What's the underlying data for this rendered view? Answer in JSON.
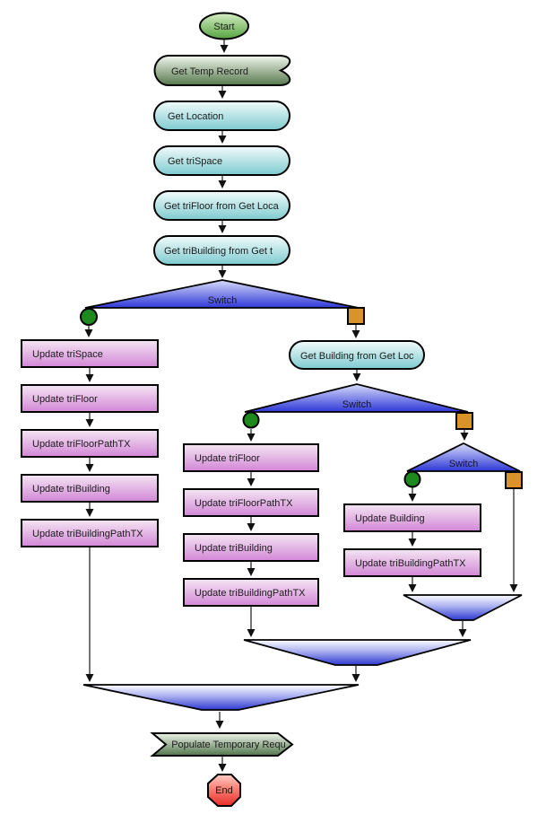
{
  "diagram": {
    "type": "flowchart",
    "nodes": {
      "start": "Start",
      "getTempRecord": "Get Temp Record",
      "getLocation": "Get Location",
      "getTriSpace": "Get triSpace",
      "getTriFloor": "Get triFloor from Get Loca",
      "getTriBuilding": "Get triBuilding from Get t",
      "switch1": "Switch",
      "updateTriSpaceLeft": "Update triSpace",
      "updateTriFloorLeft": "Update triFloor",
      "updateTriFloorPathTXLeft": "Update triFloorPathTX",
      "updateTriBuildingLeft": "Update triBuilding",
      "updateTriBuildingPathTXLeft": "Update triBuildingPathTX",
      "getBuilding": "Get Building from Get Loc",
      "switch2": "Switch",
      "updateTriFloorMid": "Update triFloor",
      "updateTriFloorPathTXMid": "Update triFloorPathTX",
      "updateTriBuildingMid": "Update triBuilding",
      "updateTriBuildingPathTXMid": "Update triBuildingPathTX",
      "switch3": "Switch",
      "updateBuilding": "Update Building",
      "updateTriBuildingPathTXRight": "Update triBuildingPathTX",
      "populate": "Populate Temporary Requ",
      "end": "End"
    },
    "ports": {
      "case_port": "green-circle",
      "default_port": "orange-square"
    },
    "colors": {
      "start_fill_top": "#d6edc4",
      "start_fill_bottom": "#55a33f",
      "tape_fill_top": "#f2f7ee",
      "tape_fill_bottom": "#55784c",
      "pill_fill_top": "#f2fbfb",
      "pill_fill_bottom": "#7ecbd0",
      "switch_fill_top": "#d8dcfa",
      "switch_fill_bottom": "#2e37d6",
      "process_fill_top": "#f4e6f4",
      "process_fill_bottom": "#d286d6",
      "merge_fill_top": "#fdfdff",
      "merge_fill_bottom": "#2e38d0",
      "banner_fill_top": "#edf4e9",
      "banner_fill_bottom": "#50744a",
      "end_fill_top": "#ffd0c8",
      "end_fill_bottom": "#e62e28",
      "case_port_fill": "#1e8a1e",
      "default_port_fill": "#d99328",
      "connector": "#3a3a3a"
    }
  }
}
